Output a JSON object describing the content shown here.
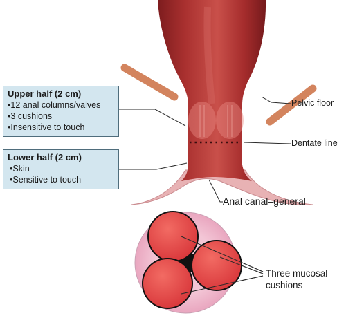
{
  "upper_box": {
    "title": "Upper half (2 cm)",
    "items": [
      "12 anal columns/valves",
      "3 cushions",
      "Insensitive to touch"
    ]
  },
  "lower_box": {
    "title": "Lower half (2 cm)",
    "items": [
      "Skin",
      "Sensitive to touch"
    ]
  },
  "labels": {
    "pelvic_floor": "Pelvic floor",
    "dentate_line": "Dentate line",
    "anal_canal": "Anal canal–general",
    "cushions": "Three mucosal cushions"
  },
  "colors": {
    "tissue": "#b0302f",
    "tissue_dark": "#7d1c1e",
    "skin": "#e8b2b4",
    "pelvic_floor": "#d3845e",
    "cushion": "#e24b4b",
    "cross_section_bg": "#f2bfd3",
    "box_fill": "#d3e6ef",
    "box_border": "#4f6d7c"
  }
}
